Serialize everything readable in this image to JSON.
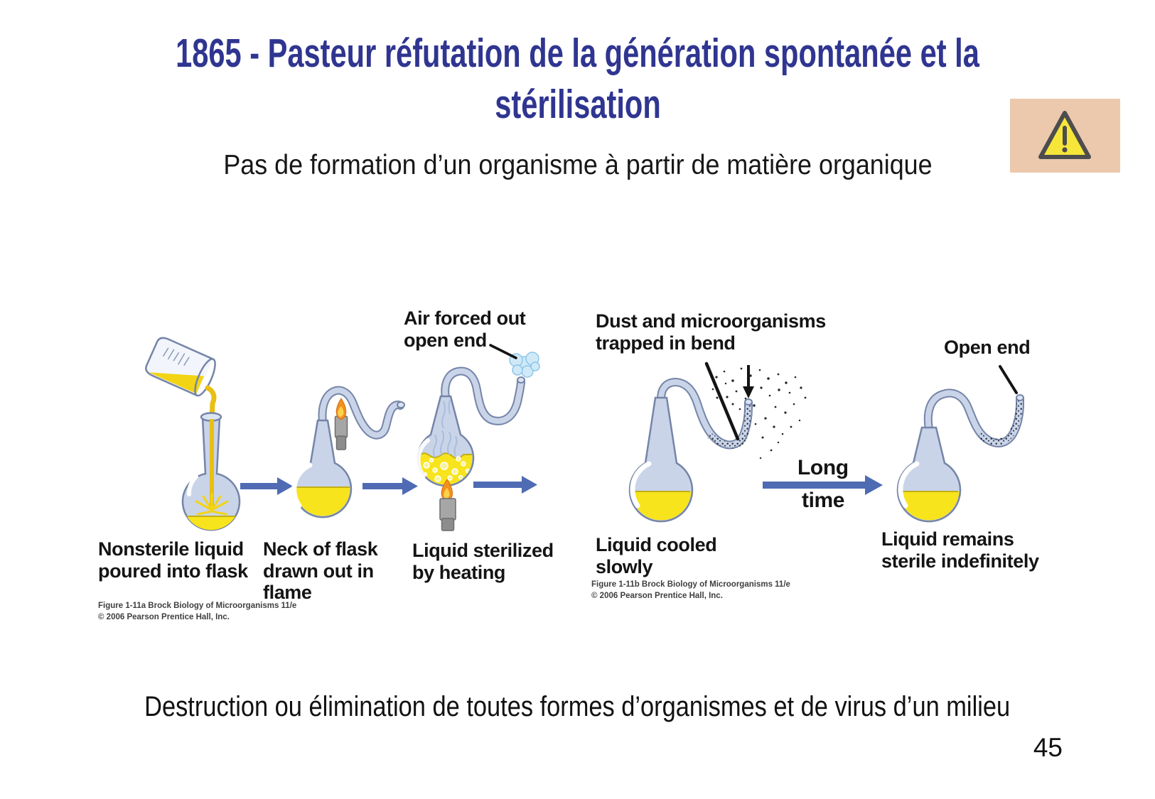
{
  "slide": {
    "title_lines": [
      "1865 - Pasteur réfutation de la génération spontanée et la",
      "stérilisation"
    ],
    "subtitle": "Pas de formation d’un organisme à partir de matière organique",
    "bottom_text": "Destruction ou élimination de toutes formes d’organismes et de virus d’un milieu",
    "page_number": "45"
  },
  "warning_icon": {
    "name": "warning-triangle-icon",
    "box_color": "#ecc9ad",
    "triangle_fill": "#f7e63a",
    "triangle_stroke": "#4d4d4d"
  },
  "figure": {
    "panel_a": {
      "labels": {
        "air_forced": {
          "lines": [
            "Air forced out",
            "open end"
          ]
        },
        "nonsterile": {
          "lines": [
            "Nonsterile liquid",
            "poured into flask"
          ]
        },
        "neck_flame": {
          "lines": [
            "Neck of flask",
            "drawn out in",
            "flame"
          ]
        },
        "sterilized": {
          "lines": [
            "Liquid sterilized",
            "by heating"
          ]
        }
      },
      "caption_lines": [
        "Figure 1-11a  Brock Biology of Microorganisms 11/e",
        "© 2006 Pearson Prentice Hall, Inc."
      ]
    },
    "panel_b": {
      "labels": {
        "dust": {
          "lines": [
            "Dust and microorganisms",
            "trapped in bend"
          ]
        },
        "cooled": {
          "lines": [
            "Liquid cooled",
            "slowly"
          ]
        },
        "long_time": {
          "lines": [
            "Long",
            "time"
          ]
        },
        "open_end": {
          "lines": [
            "Open end"
          ]
        },
        "remains": {
          "lines": [
            "Liquid remains",
            "sterile indefinitely"
          ]
        }
      },
      "caption_lines": [
        "Figure 1-11b  Brock Biology of Microorganisms 11/e",
        "© 2006 Pearson Prentice Hall, Inc."
      ]
    },
    "colors": {
      "title": "#2f3590",
      "glass_fill": "#c9d4e9",
      "glass_stroke": "#7585a8",
      "liquid_yellow": "#f8e41c",
      "arrow_blue": "#4f6bb4",
      "flame_orange": "#f2901d",
      "burner_gray": "#a6a6a6",
      "steam_blue": "#cfe9f8",
      "dust_black": "#20242c"
    }
  }
}
